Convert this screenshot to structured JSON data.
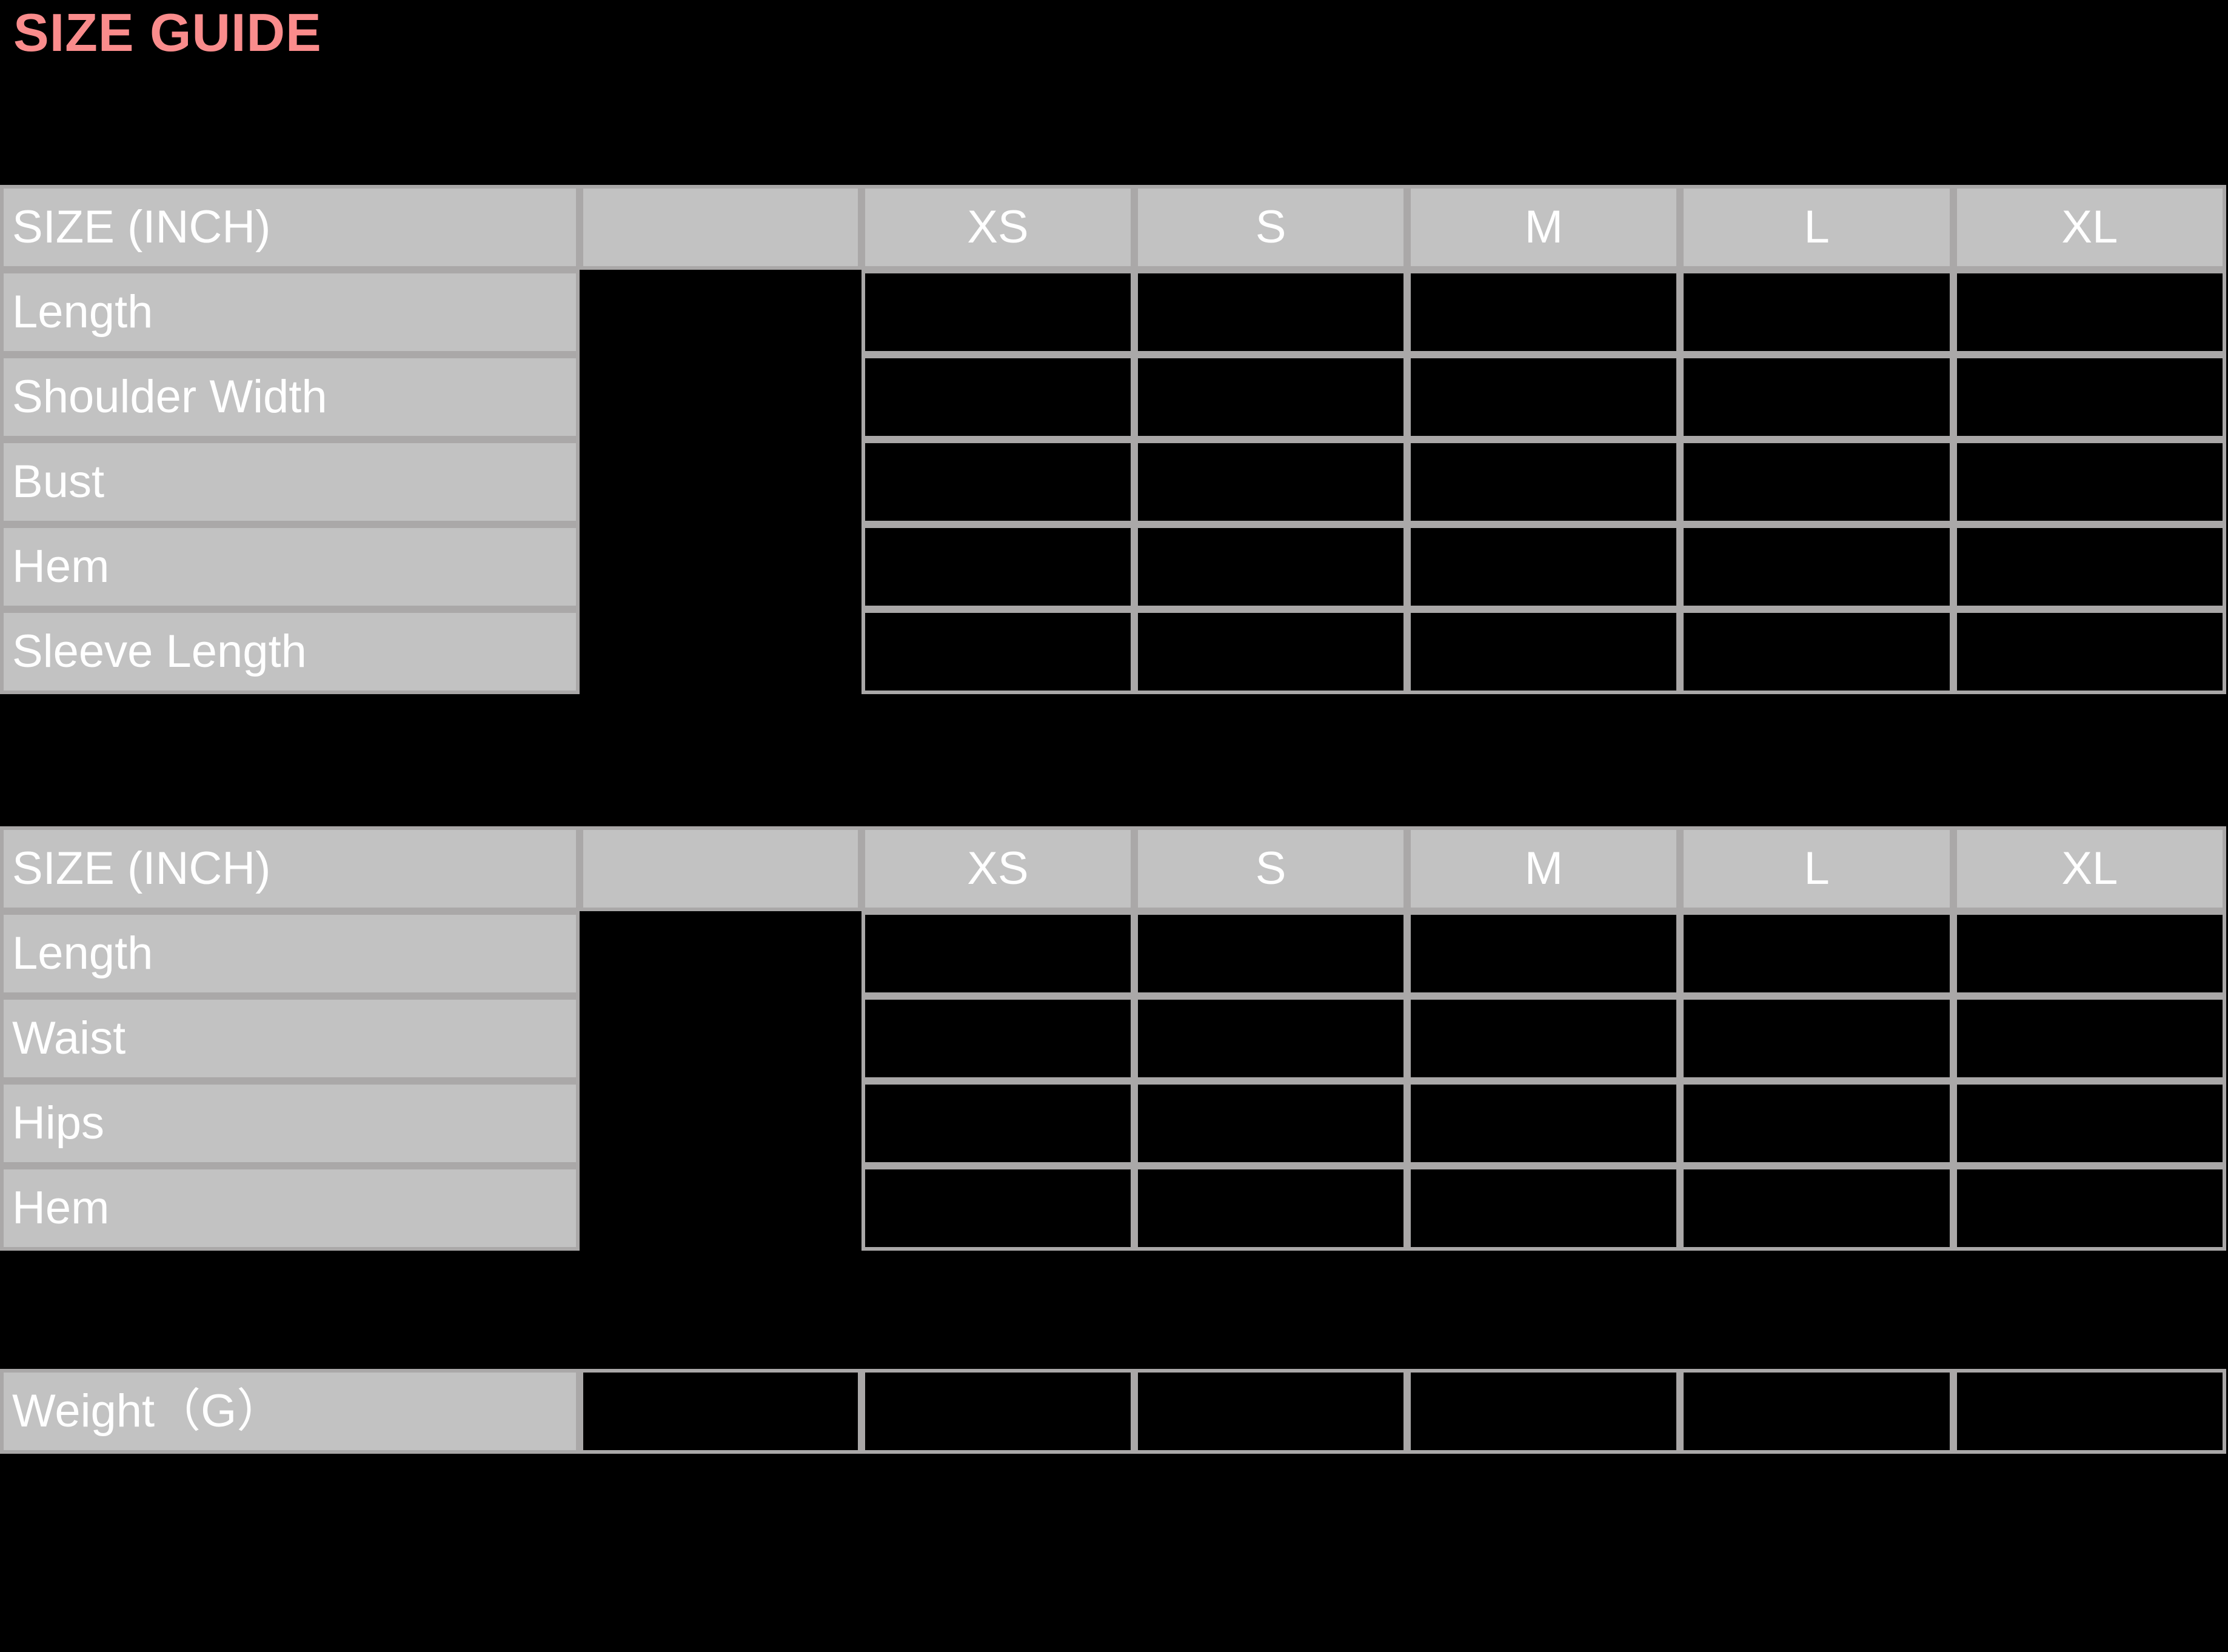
{
  "title": "SIZE GUIDE",
  "colors": {
    "title": "#fa8c8c",
    "cell_background": "#c2c2c2",
    "cell_text": "#ffffff",
    "border": "#aaa8a8",
    "page_background": "#000000"
  },
  "size_columns": [
    "XS",
    "S",
    "M",
    "L",
    "XL"
  ],
  "tables": [
    {
      "name": "top-measurements",
      "header_label": "SIZE (INCH)",
      "header_blank": "",
      "rows": [
        {
          "label": "Length",
          "values": [
            "",
            "",
            "",
            "",
            ""
          ]
        },
        {
          "label": "Shoulder Width",
          "values": [
            "",
            "",
            "",
            "",
            ""
          ]
        },
        {
          "label": "Bust",
          "values": [
            "",
            "",
            "",
            "",
            ""
          ]
        },
        {
          "label": "Hem",
          "values": [
            "",
            "",
            "",
            "",
            ""
          ]
        },
        {
          "label": "Sleeve Length",
          "values": [
            "",
            "",
            "",
            "",
            ""
          ]
        }
      ]
    },
    {
      "name": "bottom-measurements",
      "header_label": "SIZE (INCH)",
      "header_blank": "",
      "rows": [
        {
          "label": "Length",
          "values": [
            "",
            "",
            "",
            "",
            ""
          ]
        },
        {
          "label": "Waist",
          "values": [
            "",
            "",
            "",
            "",
            ""
          ]
        },
        {
          "label": "Hips",
          "values": [
            "",
            "",
            "",
            "",
            ""
          ]
        },
        {
          "label": "Hem",
          "values": [
            "",
            "",
            "",
            "",
            ""
          ]
        }
      ]
    }
  ],
  "weight_row": {
    "label": "Weight（G）",
    "values": [
      "",
      "",
      "",
      "",
      "",
      ""
    ]
  }
}
